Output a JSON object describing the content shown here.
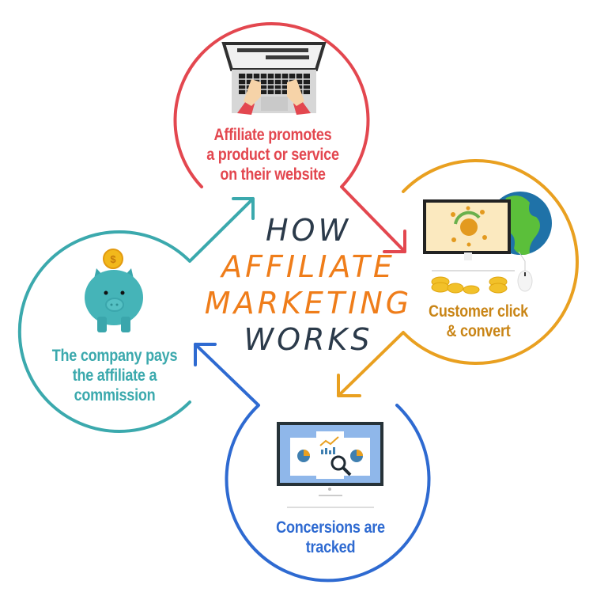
{
  "title": {
    "lines": [
      "HOW",
      "AFFILIATE",
      "MARKETING",
      "WORKS"
    ],
    "colors": {
      "dark": "#2b3a4a",
      "accent": "#ef7d1a"
    }
  },
  "steps": [
    {
      "id": "promote",
      "label": "Affiliate promotes a product or service on their website",
      "lines": [
        "Affiliate promotes",
        "a product or service",
        "on their website"
      ],
      "color": "#e3474f",
      "icon": "laptop-typing-icon"
    },
    {
      "id": "convert",
      "label": "Customer click & convert",
      "lines": [
        "Customer click",
        "& convert"
      ],
      "color": "#e9a020",
      "text_color": "#c98516",
      "icon": "computer-globe-coins-icon"
    },
    {
      "id": "tracked",
      "label": "Concersions are tracked",
      "lines": [
        "Concersions are",
        "tracked"
      ],
      "color": "#2e6ad1",
      "icon": "analytics-monitor-icon"
    },
    {
      "id": "commission",
      "label": "The company pays the affiliate a commission",
      "lines": [
        "The company pays",
        "the affiliate a",
        "commission"
      ],
      "color": "#3ba9ad",
      "icon": "piggy-bank-coin-icon"
    }
  ],
  "colors": {
    "red": "#e3474f",
    "orange": "#e9a020",
    "blue": "#2e6ad1",
    "teal": "#3ba9ad",
    "coin": "#f2b81b"
  }
}
